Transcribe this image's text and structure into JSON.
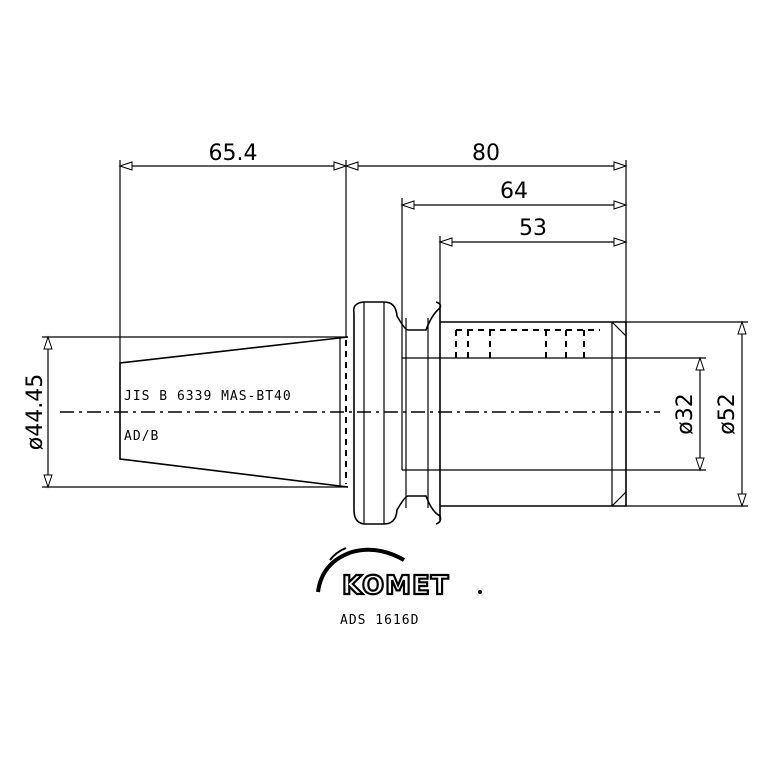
{
  "dimensions": {
    "taper_length": "65.4",
    "overall_length": "80",
    "bore_depth_1": "64",
    "bore_depth_2": "53",
    "taper_diameter": "ø44.45",
    "bore_diameter": "ø32",
    "outer_diameter": "ø52"
  },
  "notes": {
    "standard": "JIS B 6339 MAS-BT40",
    "form": "AD/B"
  },
  "logo": {
    "brand": "KOMET",
    "model": "ADS 1616D"
  }
}
